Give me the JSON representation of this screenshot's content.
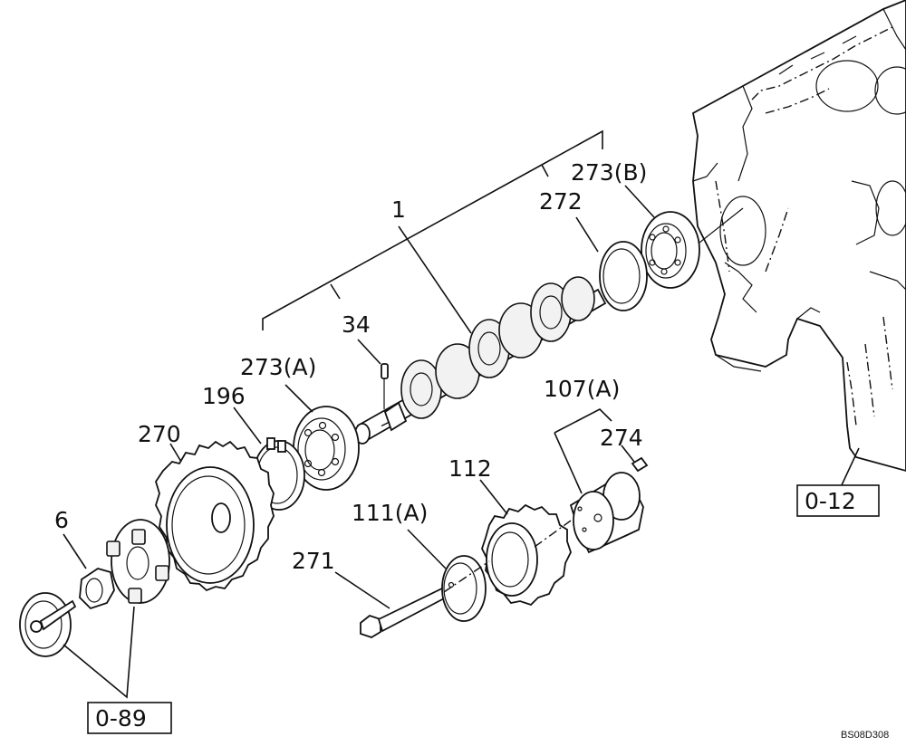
{
  "labels": {
    "p1": "1",
    "p6": "6",
    "p34": "34",
    "p107a": "107(A)",
    "p111a": "111(A)",
    "p112": "112",
    "p196": "196",
    "p270": "270",
    "p271": "271",
    "p272": "272",
    "p273a": "273(A)",
    "p273b": "273(B)",
    "p274": "274"
  },
  "refs": {
    "block": "0-12",
    "pulley": "0-89"
  },
  "drawing_code": "BS08D308"
}
